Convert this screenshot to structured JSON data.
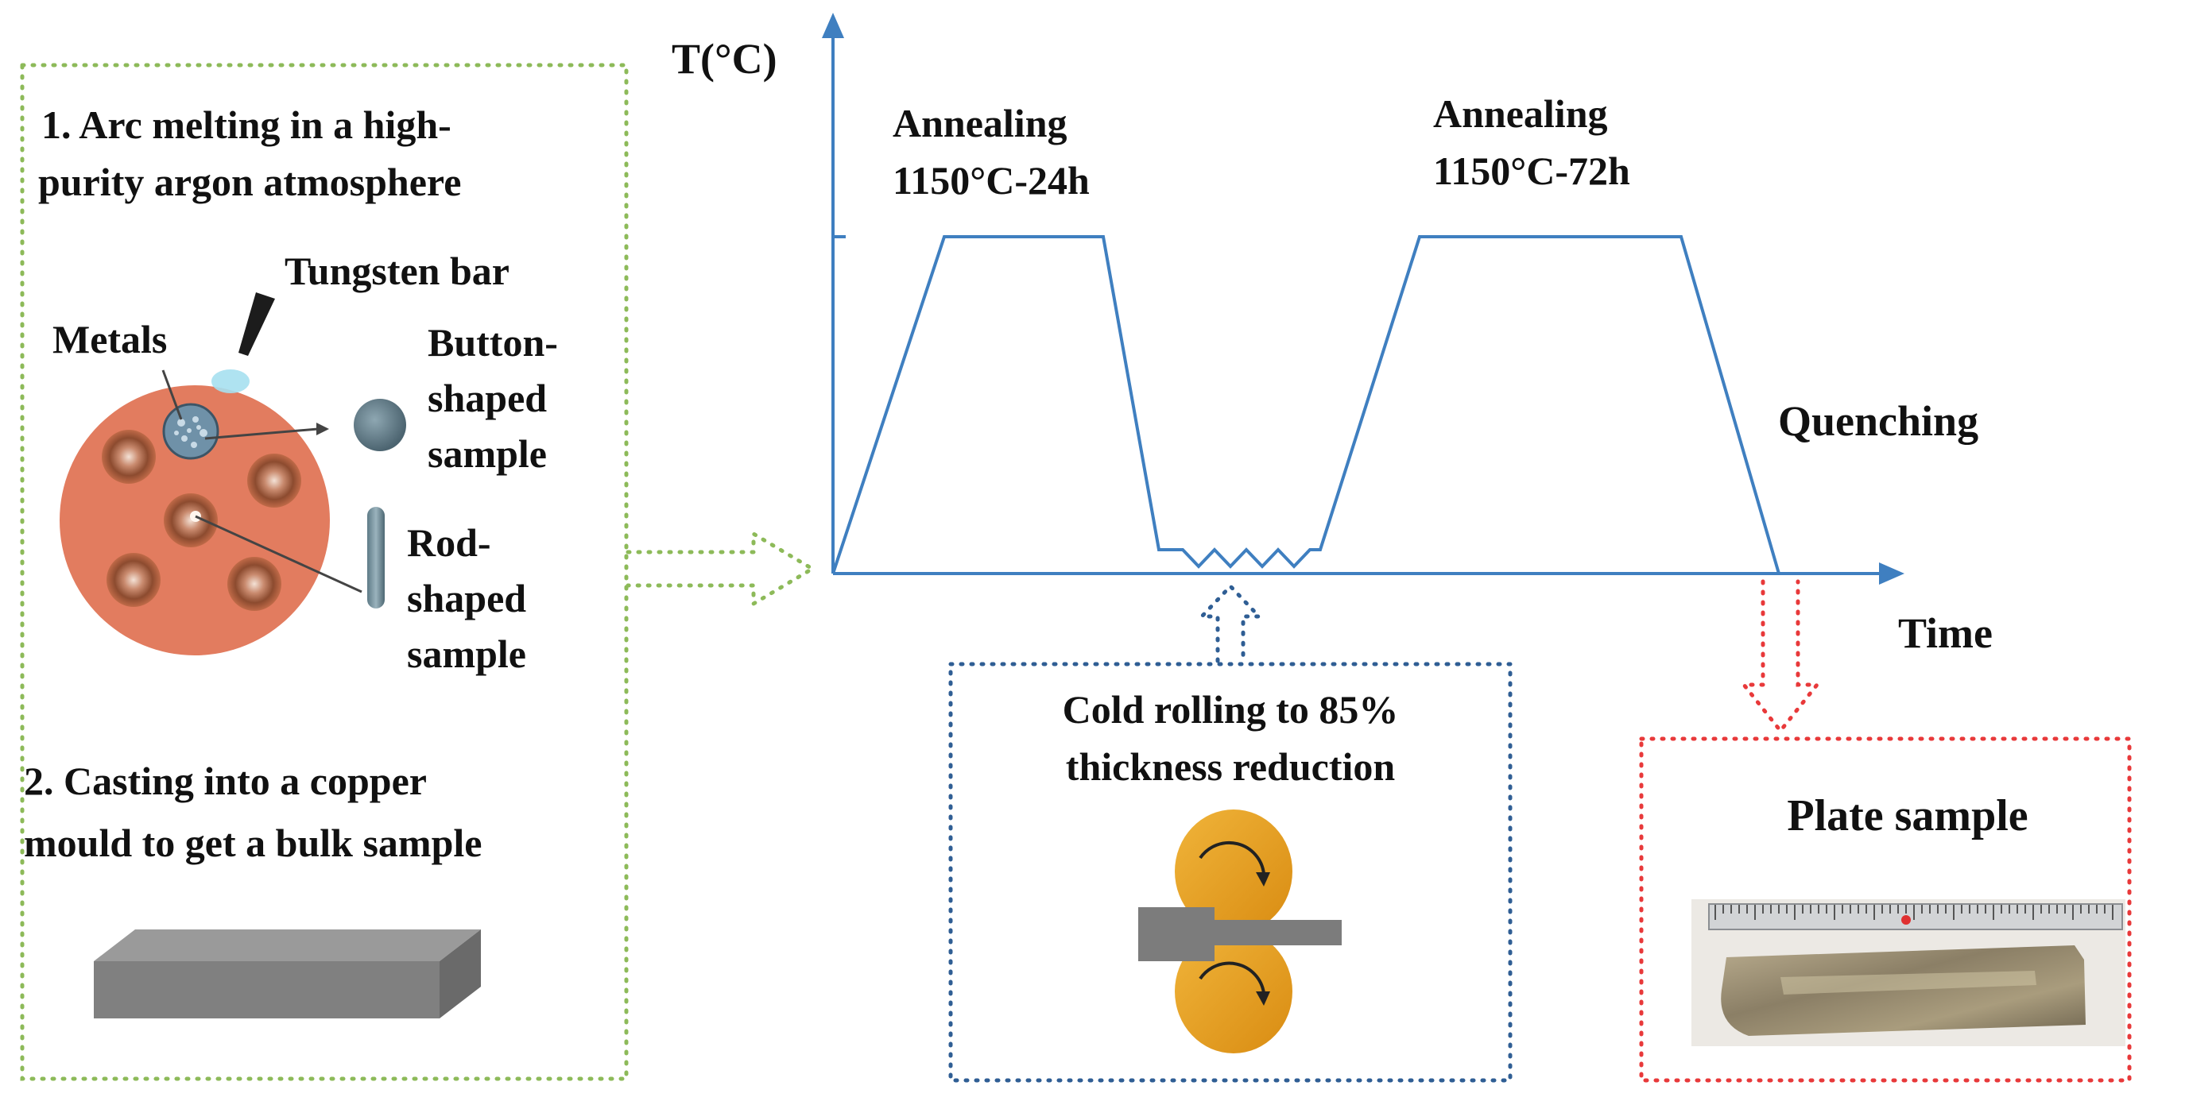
{
  "left_panel": {
    "step1_line1": "1. Arc melting in a high-",
    "step1_line2": "purity argon atmosphere",
    "tungsten_label": "Tungsten bar",
    "metals_label": "Metals",
    "button_line1": "Button-",
    "button_line2": "shaped",
    "button_line3": "sample",
    "rod_line1": "Rod-",
    "rod_line2": "shaped",
    "rod_line3": "sample",
    "step2_line1": "2. Casting into a copper",
    "step2_line2": "mould to get a bulk sample",
    "border_color": "#8dba59"
  },
  "process_chart": {
    "y_axis_label": "T(°C)",
    "x_axis_label": "Time",
    "annealing1_line1": "Annealing",
    "annealing1_line2": "1150°C-24h",
    "annealing2_line1": "Annealing",
    "annealing2_line2": "1150°C-72h",
    "quenching_label": "Quenching",
    "line_color": "#3f7fc0"
  },
  "cold_rolling_box": {
    "line1": "Cold rolling to 85%",
    "line2": "thickness reduction",
    "border_color": "#2f5e94",
    "roller_color": "#e8a21c"
  },
  "plate_box": {
    "title": "Plate sample",
    "border_color": "#e8393a"
  }
}
